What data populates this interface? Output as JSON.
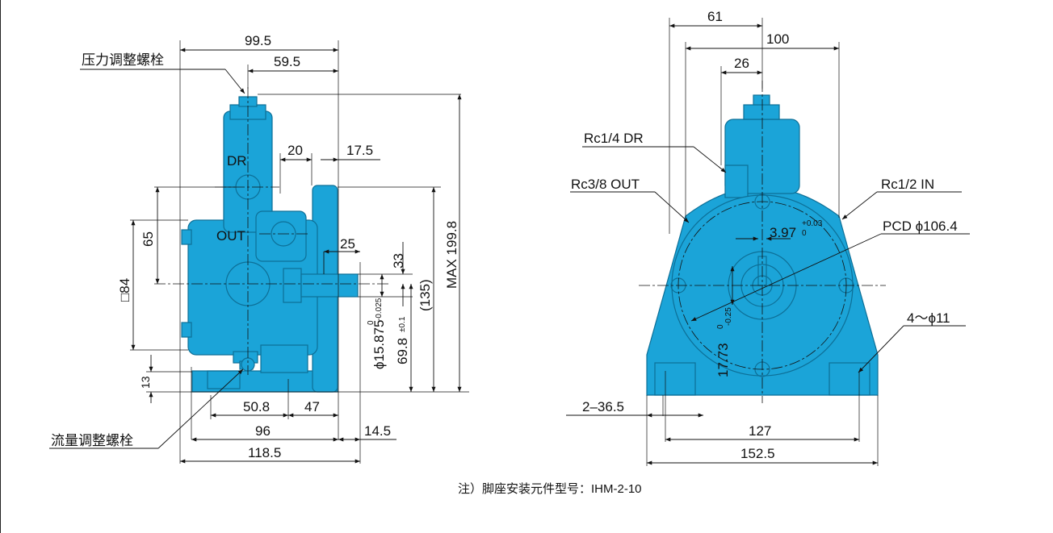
{
  "colors": {
    "body": "#1ba4d8",
    "outline": "#0d6f97",
    "line": "#111111",
    "background": "#ffffff"
  },
  "left_view": {
    "labels": {
      "pressure_bolt": "压力调整螺栓",
      "flow_bolt": "流量调整螺栓",
      "port_dr": "DR",
      "port_out": "OUT"
    },
    "dims": {
      "d99_5": "99.5",
      "d59_5": "59.5",
      "d20": "20",
      "d17_5": "17.5",
      "d65": "65",
      "d84": "□84",
      "d25": "25",
      "d33": "33",
      "d135": "(135)",
      "dmax": "MAX 199.8",
      "shaft_dia": "ϕ15.875",
      "shaft_tol_upper": "0",
      "shaft_tol_lower": "-0.025",
      "d69_8": "69.8",
      "d69_8_tol": "±0.1",
      "d13": "13",
      "d50_8": "50.8",
      "d47": "47",
      "d96": "96",
      "d14_5": "14.5",
      "d118_5": "118.5"
    }
  },
  "right_view": {
    "labels": {
      "rc14": "Rc1/4 DR",
      "rc38": "Rc3/8 OUT",
      "rc12": "Rc1/2 IN",
      "pcd": "PCD ϕ106.4",
      "holes": "4～ϕ11"
    },
    "dims": {
      "d61": "61",
      "d100": "100",
      "d26": "26",
      "d3_97": "3.97",
      "d3_97_tol_upper": "+0.03",
      "d3_97_tol_lower": "0",
      "d17_73": "17.73",
      "d17_73_tol_upper": "0",
      "d17_73_tol_lower": "-0.25",
      "d36_5": "2–36.5",
      "d127": "127",
      "d152_5": "152.5"
    }
  },
  "note": "注）脚座安装元件型号：IHM-2-10"
}
